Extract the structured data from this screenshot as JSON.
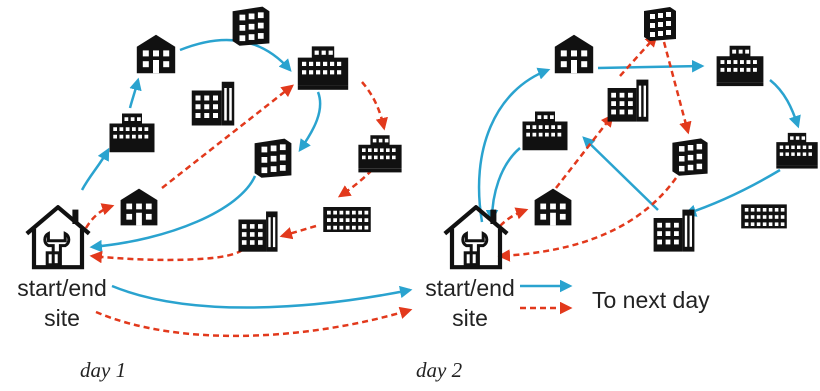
{
  "labels": {
    "depot_line1": "start/end",
    "depot_line2": "site",
    "legend_next_day": "To next day",
    "day1": "day 1",
    "day2": "day 2"
  },
  "colors": {
    "route_solid": "#2aa3cf",
    "route_dashed": "#e2391c",
    "building": "#111111"
  },
  "icons": [
    "house-wrench-icon",
    "building-icon"
  ]
}
